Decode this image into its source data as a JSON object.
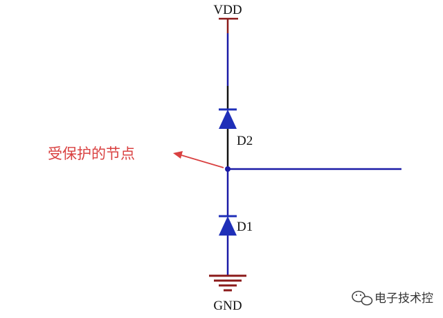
{
  "labels": {
    "vdd": "VDD",
    "gnd": "GND",
    "d2": "D2",
    "d1": "D1",
    "protected_node": "受保护的节点"
  },
  "watermark": {
    "text": "电子技术控",
    "icon": "wechat-icon"
  },
  "colors": {
    "wire": "#1a1aa6",
    "power": "#8b1a1a",
    "diode": "#1f2fb8",
    "annotation": "#d94040",
    "text": "#111111",
    "watermark": "#333333"
  }
}
